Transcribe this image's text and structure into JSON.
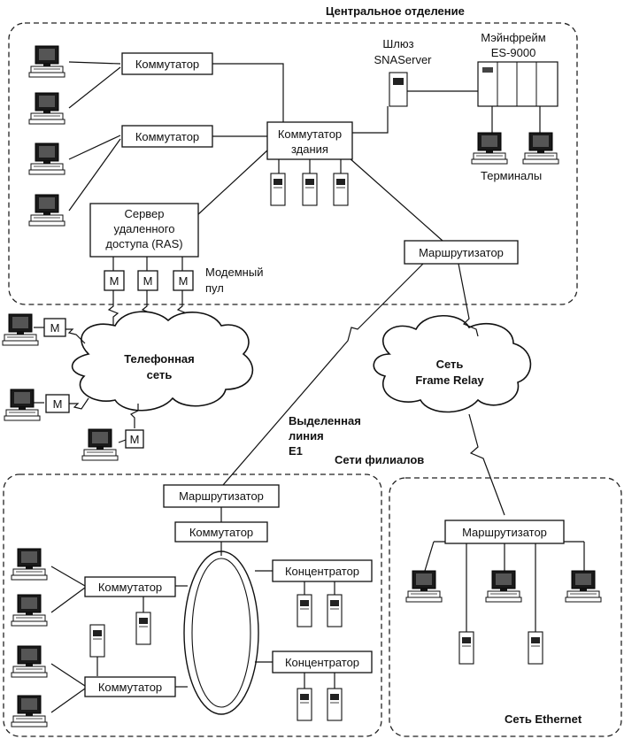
{
  "regions": {
    "central_office": "Центральное отделение",
    "branch_networks": "Сети филиалов",
    "ethernet_network": "Сеть Ethernet"
  },
  "central": {
    "switch_top": "Коммутатор",
    "switch_middle": "Коммутатор",
    "building_switch_line1": "Коммутатор",
    "building_switch_line2": "здания",
    "ras_line1": "Сервер",
    "ras_line2": "удаленного",
    "ras_line3": "доступа (RAS)",
    "modem_pool_line1": "Модемный",
    "modem_pool_line2": "пул",
    "gateway_line1": "Шлюз",
    "gateway_line2": "SNAServer",
    "mainframe_line1": "Мэйнфрейм",
    "mainframe_line2": "ES-9000",
    "terminals": "Терминалы",
    "router": "Маршрутизатор",
    "modem": "М"
  },
  "clouds": {
    "phone_line1": "Телефонная",
    "phone_line2": "сеть",
    "frame_line1": "Сеть",
    "frame_line2": "Frame Relay"
  },
  "leased_line": {
    "line1": "Выделенная",
    "line2": "линия",
    "line3": "E1"
  },
  "branch_left": {
    "router": "Маршрутизатор",
    "switch_top": "Коммутатор",
    "switch_a": "Коммутатор",
    "switch_b": "Коммутатор",
    "hub_a": "Концентратор",
    "hub_b": "Концентратор"
  },
  "branch_right": {
    "router": "Маршрутизатор"
  }
}
